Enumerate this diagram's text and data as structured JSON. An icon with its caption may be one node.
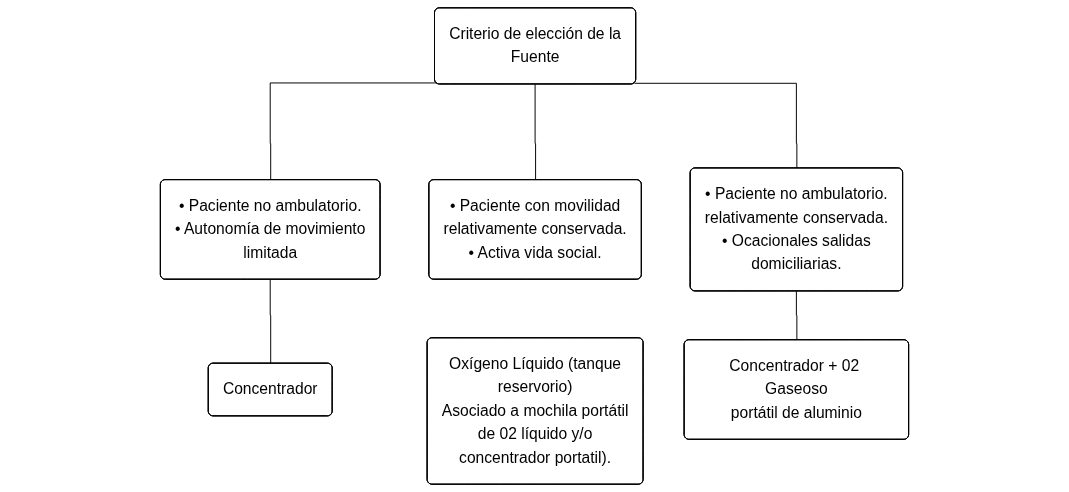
{
  "diagram": {
    "nodes": [
      {
        "text": [
          "Criterio de elección de la Fuente"
        ]
      },
      {
        "text": [
          "• Paciente no ambulatorio.",
          "• Autonomía de movimiento limitada"
        ]
      },
      {
        "text": [
          "• Paciente con movilidad relativamente conservada.",
          "• Activa vida social."
        ]
      },
      {
        "text": [
          "• Paciente no ambulatorio. relativamente conservada.",
          "• Ocacionales salidas domiciliarias."
        ]
      },
      {
        "text": [
          "Concentrador"
        ]
      },
      {
        "text": [
          "Oxígeno Líquido (tanque reservorio)",
          "Asociado a mochila portátil de 02 líquido y/o concentrador portatil)."
        ]
      },
      {
        "text": [
          "Concentrador + 02 Gaseoso portátil de aluminio"
        ]
      }
    ],
    "edges": [
      {
        "from": 0,
        "to": 1,
        "arrow": "none"
      },
      {
        "from": 0,
        "to": 2,
        "arrow": "none"
      },
      {
        "from": 0,
        "to": 3,
        "arrow": "none"
      },
      {
        "from": 1,
        "to": 4,
        "arrow": "none"
      },
      {
        "from": 3,
        "to": 6,
        "arrow": "none"
      }
    ]
  }
}
